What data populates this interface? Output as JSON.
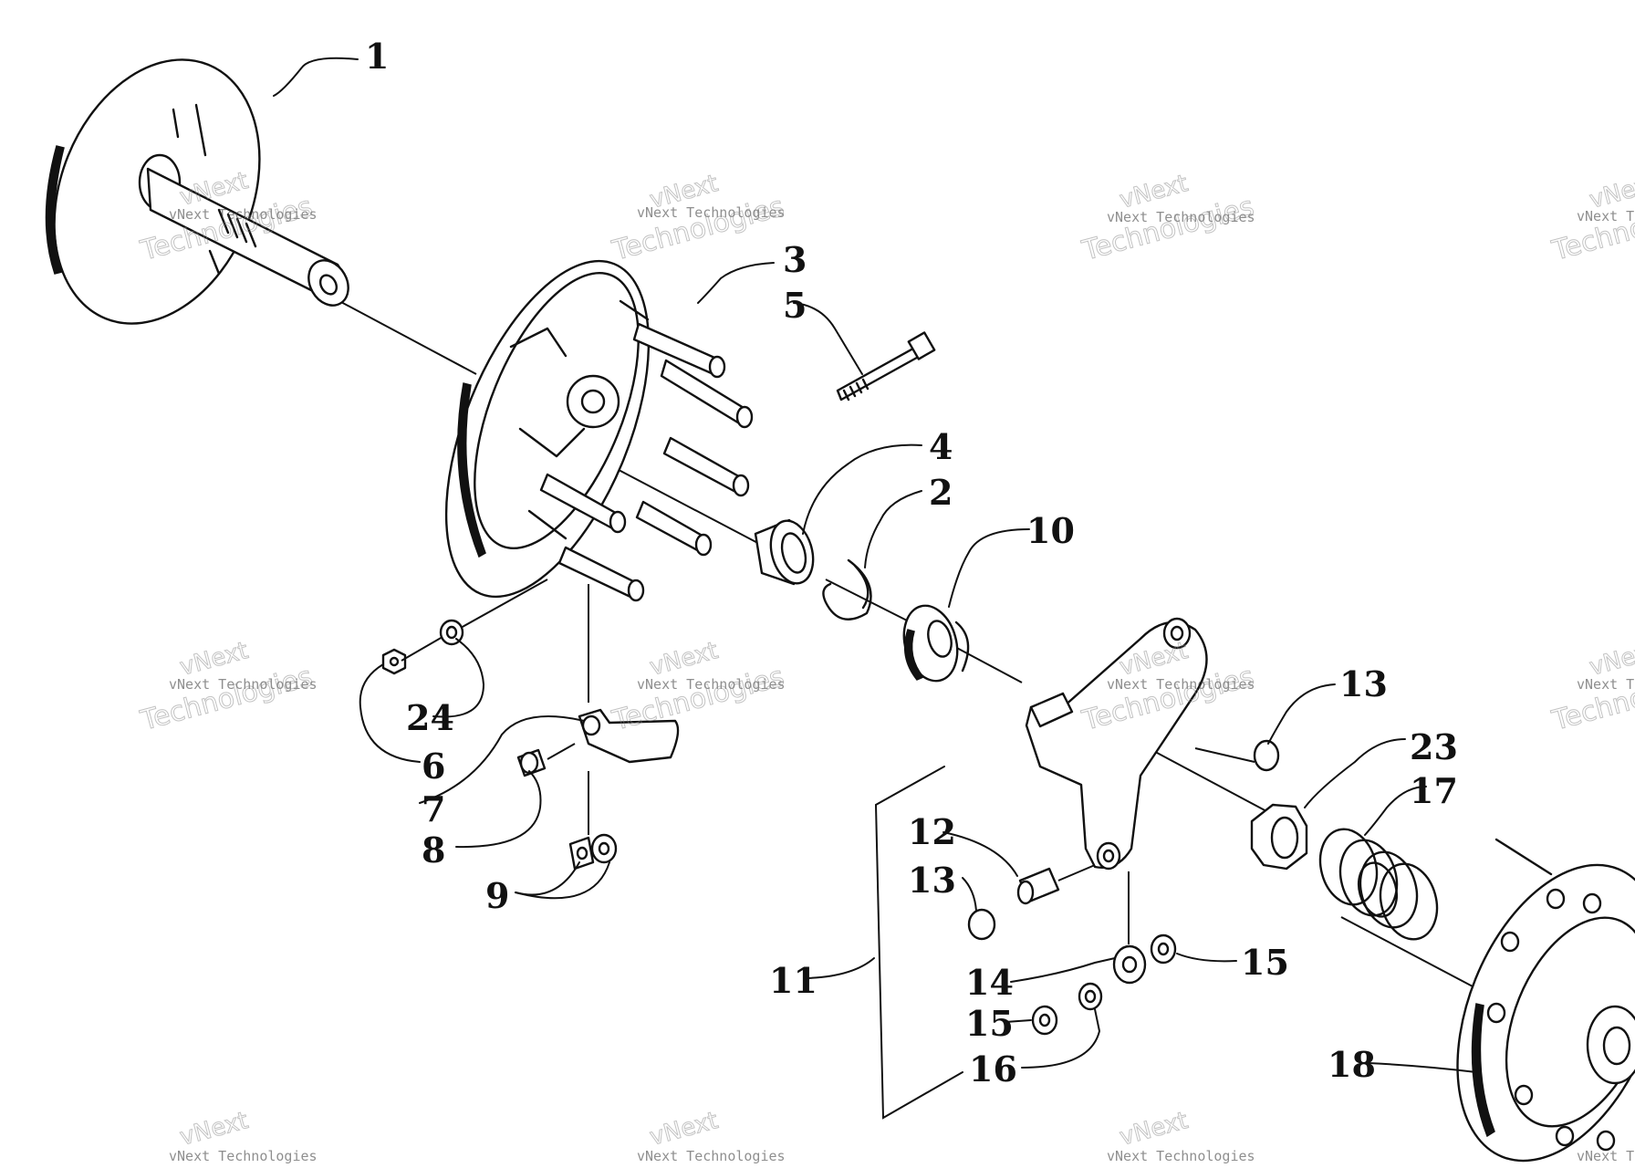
{
  "callouts": [
    {
      "id": "c1",
      "text": "1"
    },
    {
      "id": "c2",
      "text": "2"
    },
    {
      "id": "c3",
      "text": "3"
    },
    {
      "id": "c4",
      "text": "4"
    },
    {
      "id": "c5",
      "text": "5"
    },
    {
      "id": "c6",
      "text": "6"
    },
    {
      "id": "c7",
      "text": "7"
    },
    {
      "id": "c8",
      "text": "8"
    },
    {
      "id": "c9",
      "text": "9"
    },
    {
      "id": "c10",
      "text": "10"
    },
    {
      "id": "c11",
      "text": "11"
    },
    {
      "id": "c12",
      "text": "12"
    },
    {
      "id": "c13a",
      "text": "13"
    },
    {
      "id": "c13b",
      "text": "13"
    },
    {
      "id": "c14",
      "text": "14"
    },
    {
      "id": "c15a",
      "text": "15"
    },
    {
      "id": "c15b",
      "text": "15"
    },
    {
      "id": "c16",
      "text": "16"
    },
    {
      "id": "c17",
      "text": "17"
    },
    {
      "id": "c18",
      "text": "18"
    },
    {
      "id": "c23",
      "text": "23"
    },
    {
      "id": "c24",
      "text": "24"
    }
  ],
  "watermark": {
    "line": "vNext Technologies",
    "top": "vNext",
    "big": "Technologies"
  }
}
